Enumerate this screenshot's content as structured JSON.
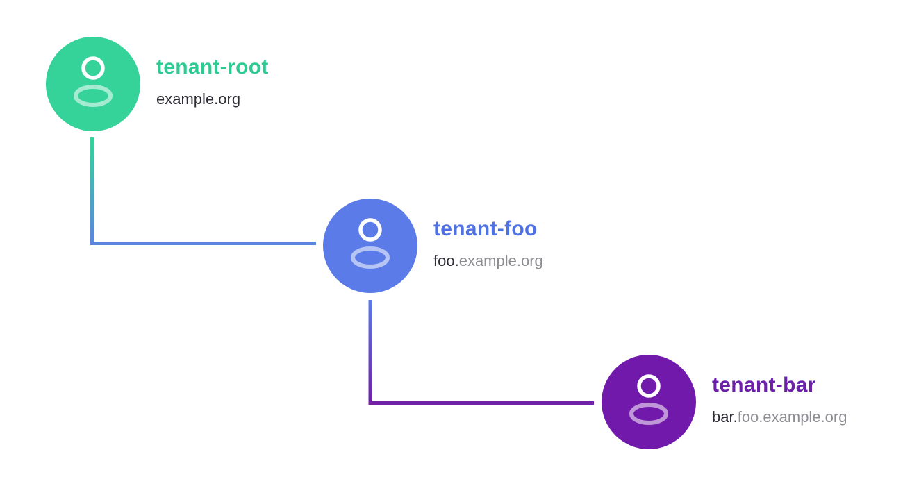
{
  "diagram": {
    "background": "#ffffff",
    "nodes": [
      {
        "name": "tenant-root",
        "domain_primary": "example.org",
        "domain_secondary": "",
        "circle_color": "#35d399",
        "name_color": "#2dca92"
      },
      {
        "name": "tenant-foo",
        "domain_primary": "foo.",
        "domain_secondary": "example.org",
        "circle_color": "#5b7ce8",
        "name_color": "#4f71e4"
      },
      {
        "name": "tenant-bar",
        "domain_primary": "bar.",
        "domain_secondary": "foo.example.org",
        "circle_color": "#7119ab",
        "name_color": "#6c1fa8"
      }
    ],
    "connectors": [
      {
        "from": "tenant-root",
        "to": "tenant-foo",
        "start_color": "#35d399",
        "end_color": "#5c84de"
      },
      {
        "from": "tenant-foo",
        "to": "tenant-bar",
        "start_color": "#5b7ce8",
        "end_color": "#7120a8"
      }
    ],
    "icon": {
      "type": "user-icon",
      "head_color": "#ffffff",
      "body_color": "#ffffff",
      "body_opacity": "0.55"
    },
    "text_colors": {
      "domain_primary": "#2e2e36",
      "domain_secondary": "#8d8d93"
    }
  }
}
